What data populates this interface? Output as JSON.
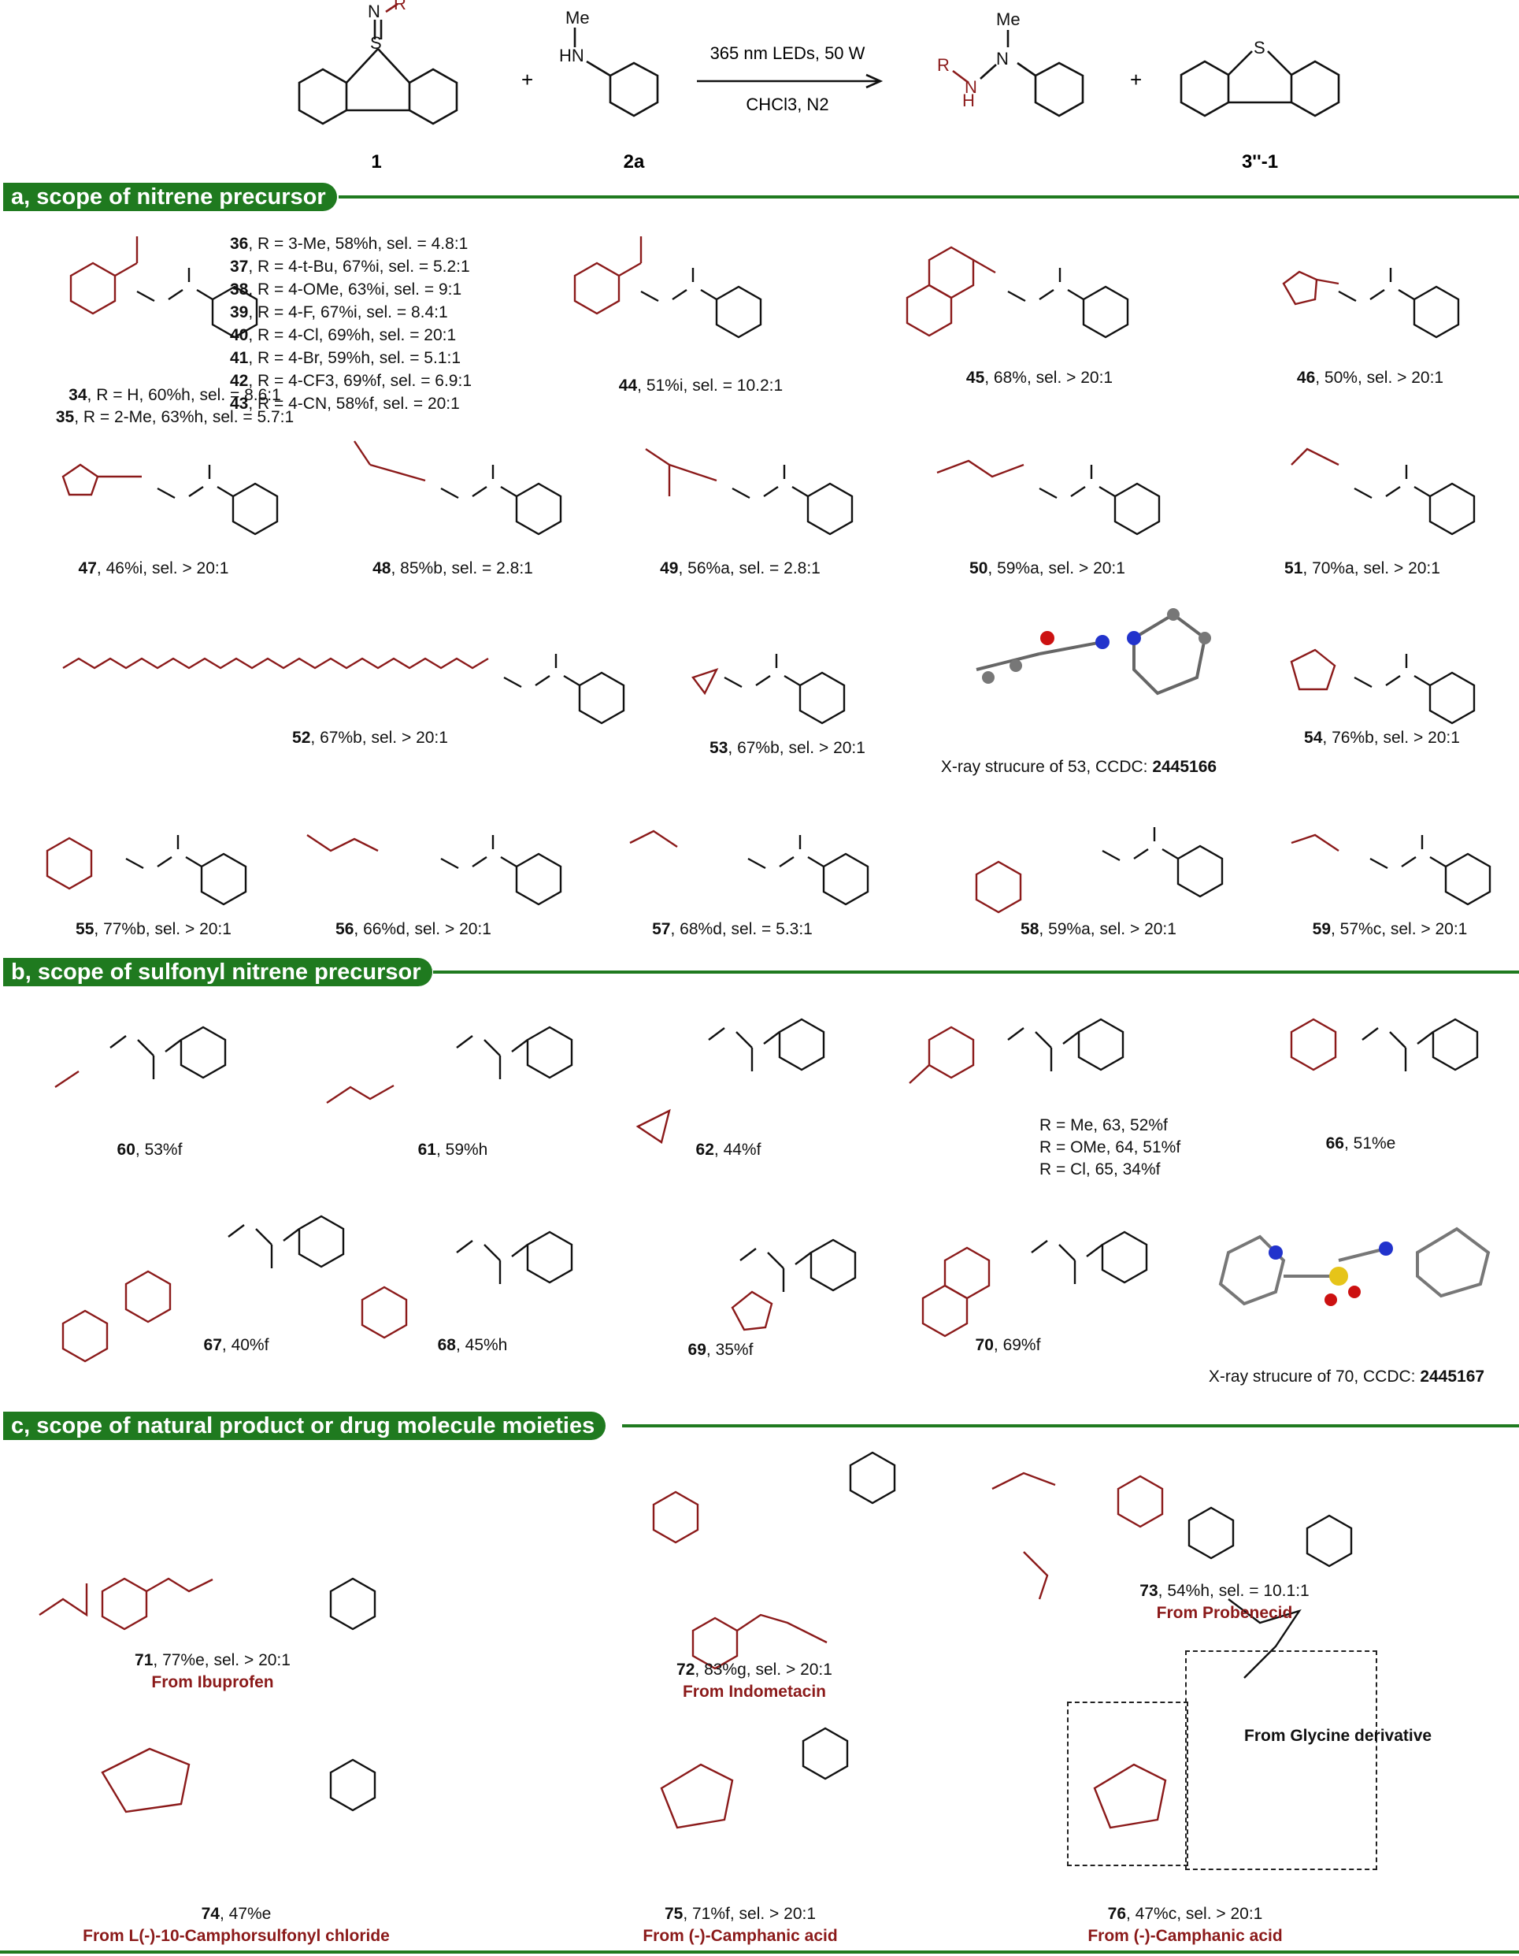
{
  "reaction": {
    "reagent1_label": "1",
    "reagent2_label": "2a",
    "byproduct_label": "3''-1",
    "conditions_top": "365 nm LEDs,  50 W",
    "conditions_bottom": "CHCl3, N2",
    "plus": "+"
  },
  "sections": {
    "a": "a, scope of nitrene precursor",
    "b": "b, scope of sulfonyl nitrene precursor",
    "c": "c, scope of natural product or drug molecule moieties"
  },
  "section_a": {
    "r_list": [
      {
        "num": "36",
        "text": ", R = 3-Me, 58%h, sel. = 4.8:1"
      },
      {
        "num": "37",
        "text": ", R = 4-t-Bu, 67%i, sel. = 5.2:1"
      },
      {
        "num": "38",
        "text": ", R = 4-OMe, 63%i, sel. = 9:1"
      },
      {
        "num": "39",
        "text": ", R = 4-F, 67%i, sel. = 8.4:1"
      },
      {
        "num": "40",
        "text": ", R = 4-Cl, 69%h, sel. = 20:1"
      },
      {
        "num": "41",
        "text": ", R = 4-Br, 59%h, sel. = 5.1:1"
      },
      {
        "num": "42",
        "text": ", R = 4-CF3, 69%f, sel. = 6.9:1"
      },
      {
        "num": "43",
        "text": ", R = 4-CN, 58%f, sel. = 20:1"
      }
    ],
    "cap34": {
      "num": "34",
      "text": ", R = H, 60%h, sel. = 8.6:1"
    },
    "cap35": {
      "num": "35",
      "text": ", R = 2-Me, 63%h, sel. = 5.7:1"
    },
    "cap44": {
      "num": "44",
      "text": ", 51%i, sel. = 10.2:1"
    },
    "cap45": {
      "num": "45",
      "text": ", 68%, sel. > 20:1"
    },
    "cap46": {
      "num": "46",
      "text": ", 50%, sel. > 20:1"
    },
    "cap47": {
      "num": "47",
      "text": ", 46%i, sel. > 20:1"
    },
    "cap48": {
      "num": "48",
      "text": ", 85%b, sel. = 2.8:1"
    },
    "cap49": {
      "num": "49",
      "text": ", 56%a, sel. = 2.8:1"
    },
    "cap50": {
      "num": "50",
      "text": ", 59%a, sel. > 20:1"
    },
    "cap51": {
      "num": "51",
      "text": ", 70%a, sel. > 20:1"
    },
    "cap52": {
      "num": "52",
      "text": ", 67%b, sel. > 20:1"
    },
    "cap53": {
      "num": "53",
      "text": ", 67%b, sel. > 20:1"
    },
    "xray53": {
      "text": "X-ray strucure of 53, CCDC: ",
      "ccdc": "2445166"
    },
    "cap54": {
      "num": "54",
      "text": ", 76%b, sel. > 20:1"
    },
    "cap55": {
      "num": "55",
      "text": ", 77%b, sel. > 20:1"
    },
    "cap56": {
      "num": "56",
      "text": ", 66%d, sel. > 20:1"
    },
    "cap57": {
      "num": "57",
      "text": ", 68%d, sel. = 5.3:1"
    },
    "cap58": {
      "num": "58",
      "text": ", 59%a, sel. > 20:1"
    },
    "cap59": {
      "num": "59",
      "text": ", 57%c, sel. > 20:1"
    }
  },
  "section_b": {
    "cap60": {
      "num": "60",
      "text": ", 53%f"
    },
    "cap61": {
      "num": "61",
      "text": ", 59%h"
    },
    "cap62": {
      "num": "62",
      "text": ", 44%f"
    },
    "r63": "R = Me, 63, 52%f",
    "r64": "R = OMe, 64, 51%f",
    "r65": "R = Cl, 65, 34%f",
    "cap66": {
      "num": "66",
      "text": ", 51%e"
    },
    "cap67": {
      "num": "67",
      "text": ", 40%f"
    },
    "cap68": {
      "num": "68",
      "text": ", 45%h"
    },
    "cap69": {
      "num": "69",
      "text": ", 35%f"
    },
    "cap70": {
      "num": "70",
      "text": ", 69%f"
    },
    "xray70": {
      "text": "X-ray strucure of 70, CCDC: ",
      "ccdc": "2445167"
    }
  },
  "section_c": {
    "cap71": {
      "num": "71",
      "text": ", 77%e, sel. > 20:1"
    },
    "from71": "From Ibuprofen",
    "cap72": {
      "num": "72",
      "text": ", 83%g, sel. > 20:1"
    },
    "from72": "From Indometacin",
    "cap73": {
      "num": "73",
      "text": ", 54%h, sel. = 10.1:1"
    },
    "from73": "From Probenecid",
    "cap74": {
      "num": "74",
      "text": ", 47%e"
    },
    "from74": "From L(-)-10-Camphorsulfonyl chloride",
    "cap75": {
      "num": "75",
      "text": ", 71%f, sel. > 20:1"
    },
    "from75": "From (-)-Camphanic acid",
    "cap76": {
      "num": "76",
      "text": ", 47%c, sel. > 20:1"
    },
    "from76": "From (-)-Camphanic acid",
    "glycine": "From Glycine derivative"
  },
  "colors": {
    "accent_green": "#1f7a1f",
    "substituent_red": "#8b1a1a"
  }
}
